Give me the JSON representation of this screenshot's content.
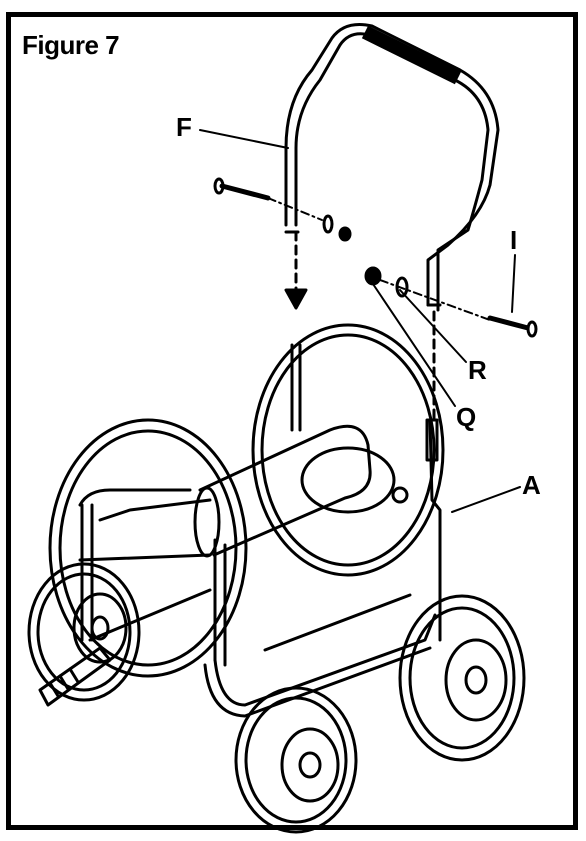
{
  "figure": {
    "title": "Figure 7",
    "labels": {
      "F": "F",
      "I": "I",
      "R": "R",
      "Q": "Q",
      "A": "A"
    }
  },
  "colors": {
    "ink": "#000000",
    "paper": "#ffffff"
  },
  "icons": [
    "hose-reel-cart",
    "handle-assembly",
    "bolt",
    "washer",
    "nut",
    "wheel"
  ]
}
